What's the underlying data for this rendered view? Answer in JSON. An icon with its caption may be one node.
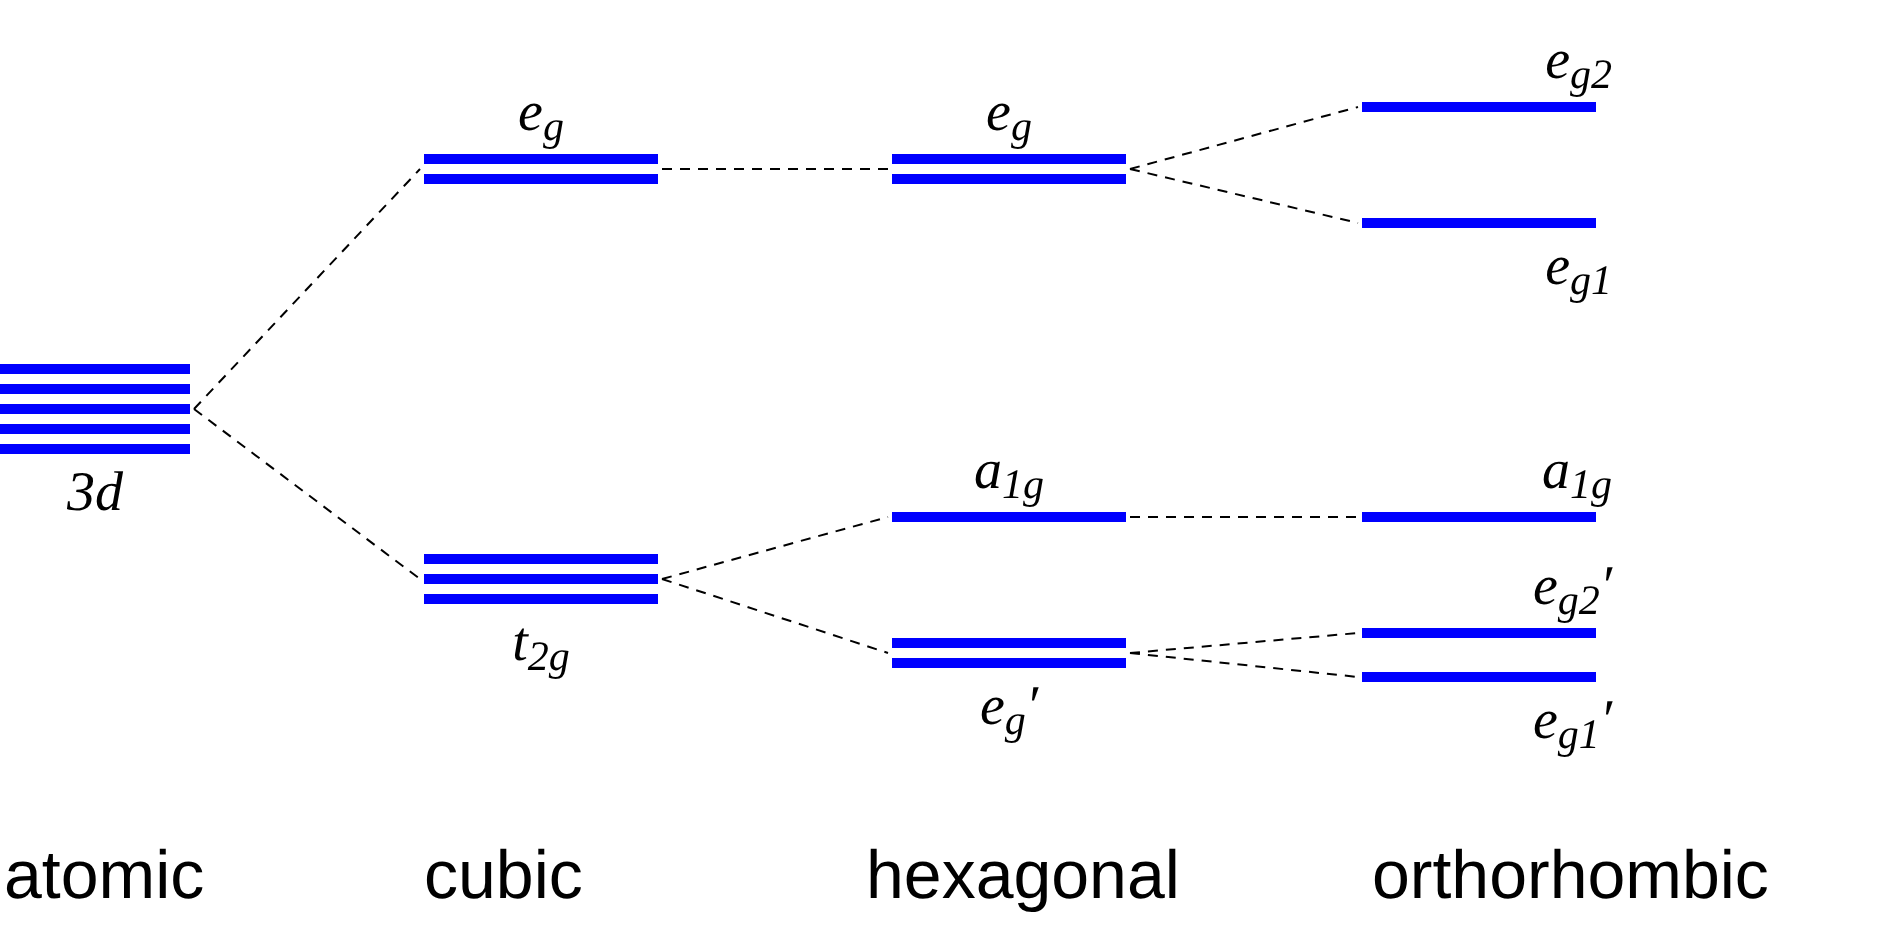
{
  "diagram": {
    "nodes": [
      {
        "text": [
          "3d"
        ]
      },
      {
        "text": [
          "e$_{g}$"
        ]
      },
      {
        "text": [
          "t$_{2g}$"
        ]
      },
      {
        "text": [
          "e$_{g}$"
        ]
      },
      {
        "text": [
          "a$_{1g}$"
        ]
      },
      {
        "text": [
          "e$_{g}$′"
        ]
      },
      {
        "text": [
          "e$_{g2}$"
        ]
      },
      {
        "text": [
          "e$_{g1}$"
        ]
      },
      {
        "text": [
          "a$_{1g}$"
        ]
      },
      {
        "text": [
          "e$_{g2}$′"
        ]
      },
      {
        "text": [
          "e$_{g1}$′"
        ]
      }
    ],
    "edges": [
      {
        "from": 0,
        "to": 1,
        "arrow": "none"
      },
      {
        "from": 0,
        "to": 2,
        "arrow": "none"
      },
      {
        "from": 1,
        "to": 3,
        "arrow": "none"
      },
      {
        "from": 2,
        "to": 4,
        "arrow": "none"
      },
      {
        "from": 2,
        "to": 5,
        "arrow": "none"
      },
      {
        "from": 3,
        "to": 6,
        "arrow": "none"
      },
      {
        "from": 3,
        "to": 7,
        "arrow": "none"
      },
      {
        "from": 4,
        "to": 8,
        "arrow": "none"
      },
      {
        "from": 5,
        "to": 9,
        "arrow": "none"
      },
      {
        "from": 5,
        "to": 10,
        "arrow": "none"
      }
    ],
    "labels": [
      "atomic",
      "cubic",
      "hexagonal",
      "orthorhombic"
    ]
  }
}
